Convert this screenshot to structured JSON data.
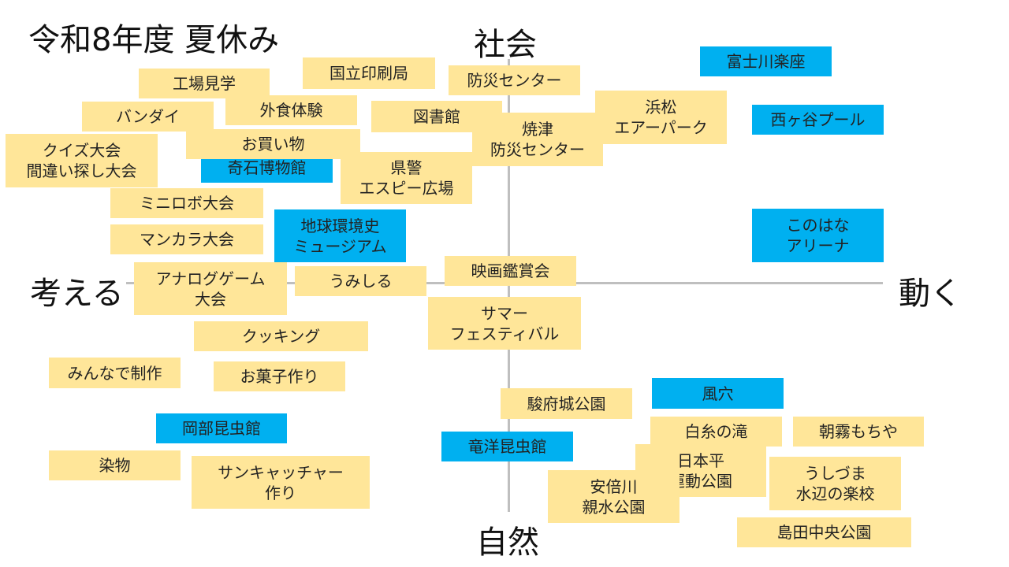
{
  "title": "令和8年度 夏休み",
  "axes": {
    "top": "社会",
    "bottom": "自然",
    "left": "考える",
    "right": "動く"
  },
  "colors": {
    "yellow": "#ffe699",
    "blue": "#00b0f0",
    "axis": "#bfbfbf"
  },
  "cards": {
    "kojo": {
      "line1": "工場見学"
    },
    "kokuritsu": {
      "line1": "国立印刷局"
    },
    "bosai": {
      "line1": "防災センター"
    },
    "fuji": {
      "line1": "富士川楽座"
    },
    "gaishoku": {
      "line1": "外食体験"
    },
    "bandai": {
      "line1": "バンダイ"
    },
    "toshokan": {
      "line1": "図書館"
    },
    "yaizu": {
      "line1": "焼津",
      "line2": "防災センター"
    },
    "hamamatsu": {
      "line1": "浜松",
      "line2": "エアーパーク"
    },
    "nishigaya": {
      "line1": "西ヶ谷プール"
    },
    "quiz": {
      "line1": "クイズ大会",
      "line2": "間違い探し大会"
    },
    "kiseki": {
      "line1": "奇石博物館"
    },
    "kaimono": {
      "line1": "お買い物"
    },
    "kenkei": {
      "line1": "県警",
      "line2": "エスピー広場"
    },
    "miniro": {
      "line1": "ミニロボ大会"
    },
    "chikyu": {
      "line1": "地球環境史",
      "line2": "ミュージアム"
    },
    "konohana": {
      "line1": "このはな",
      "line2": "アリーナ"
    },
    "mancala": {
      "line1": "マンカラ大会"
    },
    "eiga": {
      "line1": "映画鑑賞会"
    },
    "analog": {
      "line1": "アナログゲーム",
      "line2": "大会"
    },
    "umishiru": {
      "line1": "うみしる"
    },
    "summer": {
      "line1": "サマー",
      "line2": "フェスティバル"
    },
    "cooking": {
      "line1": "クッキング"
    },
    "minna": {
      "line1": "みんなで制作"
    },
    "okashi": {
      "line1": "お菓子作り"
    },
    "sunpu": {
      "line1": "駿府城公園"
    },
    "fuketsu": {
      "line1": "風穴"
    },
    "okabe": {
      "line1": "岡部昆虫館"
    },
    "shiraito": {
      "line1": "白糸の滝"
    },
    "asagiri": {
      "line1": "朝霧もちや"
    },
    "ryuyo": {
      "line1": "竜洋昆虫館"
    },
    "nihondaira": {
      "line1": "日本平",
      "line2": "運動公園"
    },
    "somemono": {
      "line1": "染物"
    },
    "suncatcher": {
      "line1": "サンキャッチャー",
      "line2": "作り"
    },
    "abekawa": {
      "line1": "安倍川",
      "line2": "親水公園"
    },
    "ushizuma": {
      "line1": "うしづま",
      "line2": "水辺の楽校"
    },
    "shimada": {
      "line1": "島田中央公園"
    }
  }
}
